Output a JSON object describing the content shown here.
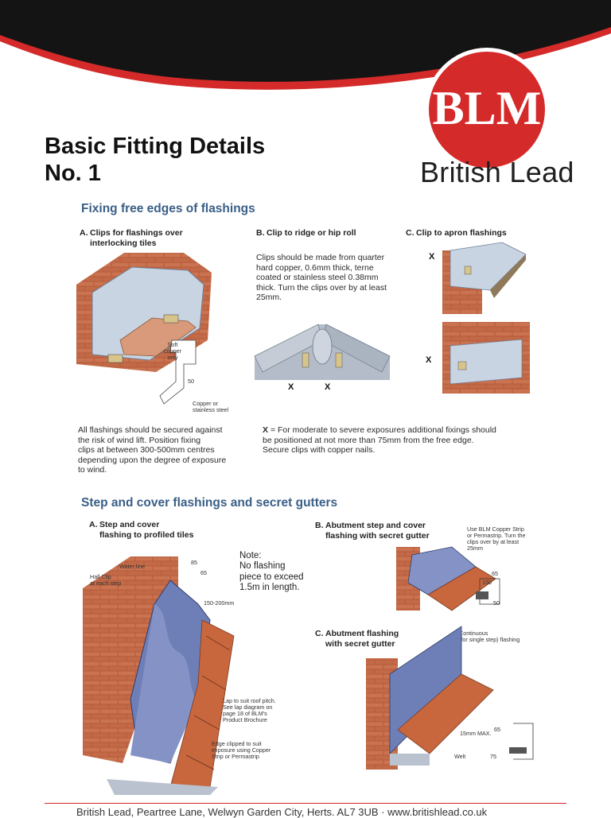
{
  "brand": {
    "logo_text": "BLM",
    "name": "British Lead"
  },
  "title": {
    "line1": "Basic Fitting Details",
    "line2": "No. 1"
  },
  "section1": {
    "heading": "Fixing free edges of flashings",
    "a": {
      "letter": "A.",
      "line1": "Clips for flashings over",
      "line2": "interlocking tiles",
      "notes": {
        "soft1": "Soft",
        "soft2": "copper",
        "soft3": "only",
        "dim": "50",
        "mat1": "Copper or",
        "mat2": "stainless steel"
      }
    },
    "b": {
      "letter": "B.",
      "label": "Clip to ridge or hip roll",
      "text": [
        "Clips should be made from quarter",
        "hard copper, 0.6mm thick, terne",
        "coated or stainless steel 0.38mm",
        "thick. Turn the clips over by at least",
        "25mm."
      ]
    },
    "c": {
      "letter": "C.",
      "label": "Clip to apron flashings"
    },
    "x": "X",
    "left_text": [
      "All flashings should be secured against",
      "the risk of wind lift. Position fixing",
      "clips at between 300-500mm centres",
      "depending upon the degree of exposure",
      "to wind."
    ],
    "x_note_bold": "X",
    "x_note": [
      "= For moderate to severe exposures additional fixings should",
      "be positioned at not more than 75mm from the free edge.",
      "Secure clips with copper nails."
    ]
  },
  "section2": {
    "heading": "Step and cover flashings and secret gutters",
    "a": {
      "letter": "A.",
      "line1": "Step and cover",
      "line2": "flashing to profiled tiles",
      "notes": {
        "water": "Water line",
        "hall1": "Hall Clip",
        "hall2": "at each step",
        "d85": "85",
        "d65": "65",
        "d150": "150-200mm",
        "lap": [
          "Lap to suit roof pitch.",
          "See lap diagram on",
          "page 18 of BLM's",
          "Product Brochure"
        ],
        "edge": [
          "Edge clipped to suit",
          "exposure using Copper",
          "Strip or Permastrip"
        ]
      }
    },
    "note": [
      "Note:",
      "No flashing",
      "piece to exceed",
      "1.5m in length."
    ],
    "b": {
      "letter": "B.",
      "line1": "Abutment step and cover",
      "line2": "flashing with secret gutter",
      "notes": {
        "use": [
          "Use BLM Copper Strip",
          "or Permastrip. Turn the",
          "clips over by at least",
          "25mm"
        ],
        "d65": "65",
        "d150": "150",
        "d50": "50"
      }
    },
    "c": {
      "letter": "C.",
      "line1": "Abutment flashing",
      "line2": "with secret gutter",
      "notes": {
        "cont1": "Continuous",
        "cont2": "(for single step) flashing",
        "max": "15mm MAX.",
        "d65": "65",
        "welt": "Welt",
        "d75": "75"
      }
    }
  },
  "footer": "British Lead, Peartree Lane, Welwyn Garden City, Herts. AL7 3UB · www.britishlead.co.uk",
  "colors": {
    "accent_red": "#d42a2a",
    "heading_blue": "#3a5f86",
    "black": "#111111"
  }
}
